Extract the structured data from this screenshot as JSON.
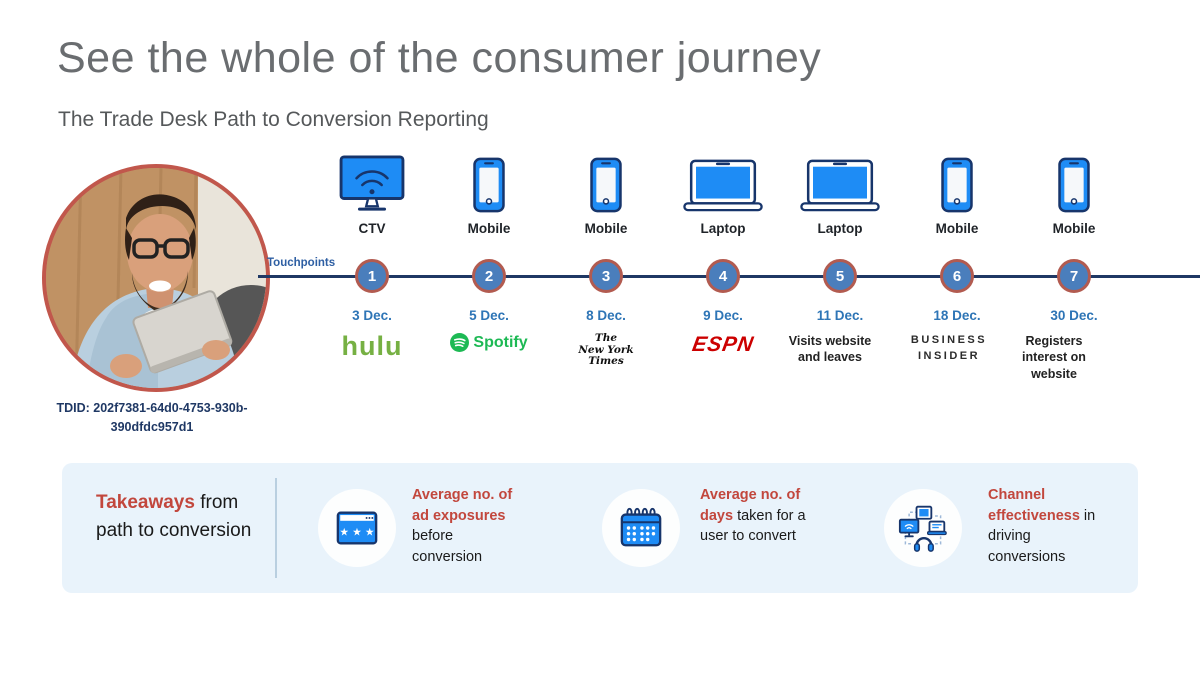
{
  "slide": {
    "title": "See the whole of the consumer journey",
    "subtitle": "The Trade Desk Path to Conversion Reporting"
  },
  "user": {
    "tdid": "TDID: 202f7381-64d0-4753-930b-390dfdc957d1"
  },
  "timeline": {
    "label": "Touchpoints",
    "touchpoints": [
      {
        "number": "1",
        "device": "CTV",
        "date": "3 Dec.",
        "brand": "hulu"
      },
      {
        "number": "2",
        "device": "Mobile",
        "date": "5 Dec.",
        "brand": "Spotify"
      },
      {
        "number": "3",
        "device": "Mobile",
        "date": "8 Dec.",
        "brand": "The New York Times",
        "brand_lines": [
          "The",
          "New York",
          "Times"
        ]
      },
      {
        "number": "4",
        "device": "Laptop",
        "date": "9 Dec.",
        "brand": "ESPN"
      },
      {
        "number": "5",
        "device": "Laptop",
        "date": "11 Dec.",
        "brand": "Visits website and leaves"
      },
      {
        "number": "6",
        "device": "Mobile",
        "date": "18 Dec.",
        "brand": "BUSINESS INSIDER"
      },
      {
        "number": "7",
        "device": "Mobile",
        "date": "30 Dec.",
        "brand": "Registers interest on website"
      }
    ]
  },
  "takeaways": {
    "heading_highlight": "Takeaways",
    "heading_rest": " from path to conversion",
    "items": [
      {
        "icon": "browser-stars-icon",
        "highlight": "Average no. of ad exposures",
        "rest": " before conversion"
      },
      {
        "icon": "calendar-icon",
        "highlight": "Average no. of days",
        "rest": " taken for a user to convert"
      },
      {
        "icon": "devices-icon",
        "highlight": "Channel effectiveness",
        "rest": " in driving conversions"
      }
    ]
  },
  "icons": {
    "ctv-icon": "tv with wifi waves",
    "mobile-icon": "smartphone",
    "laptop-icon": "laptop",
    "spotify-icon": "green circle with sound arcs",
    "browser-stars-icon": "browser window with three stars",
    "calendar-icon": "calendar with dot grid",
    "devices-icon": "connected devices cluster"
  },
  "colors": {
    "icon_blue": "#1e8cf5",
    "icon_navy": "#17356b",
    "timeline_navy": "#1f3864",
    "touchpoint_fill": "#4a7ebc",
    "touchpoint_border": "#b25b50",
    "date_blue": "#2e75b6",
    "accent_red": "#c2473d",
    "panel_bg": "#e9f3fb",
    "hulu_green": "#76b043",
    "spotify_green": "#1db954",
    "espn_red": "#cc0000"
  }
}
